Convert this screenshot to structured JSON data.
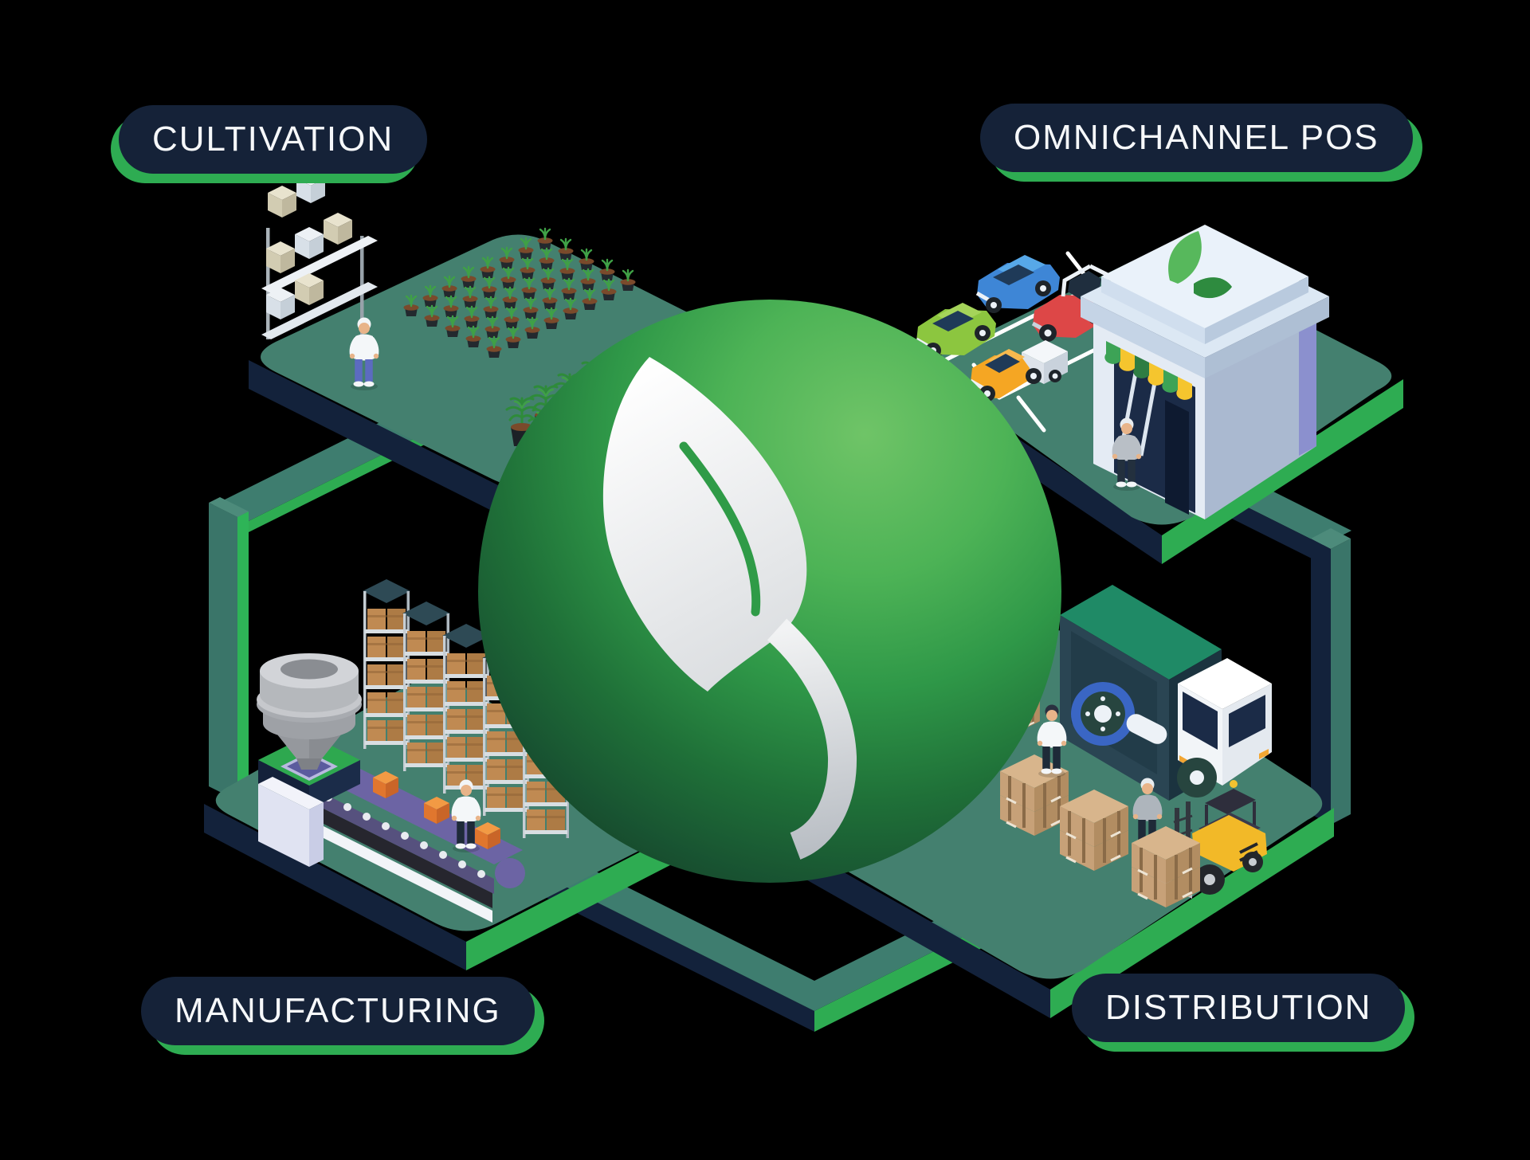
{
  "diagram": {
    "type": "isometric-supply-chain-cycle",
    "stages": [
      {
        "id": "cultivation",
        "label": "CULTIVATION",
        "position": "top-left",
        "icon": "grow-platform-icon",
        "scene": [
          "storage-shelf",
          "seedling-grid",
          "potted-plants",
          "farmer-figure"
        ]
      },
      {
        "id": "omnichannel-pos",
        "label": "OMNICHANNEL POS",
        "position": "top-right",
        "icon": "retail-store-icon",
        "scene": [
          "parking-lot",
          "cars",
          "store-building",
          "store-leaf-logo",
          "shopper-figure"
        ]
      },
      {
        "id": "manufacturing",
        "label": "MANUFACTURING",
        "position": "bottom-left",
        "icon": "factory-platform-icon",
        "scene": [
          "hopper-machine",
          "conveyor-belt",
          "warehouse-racks",
          "factory-worker"
        ]
      },
      {
        "id": "distribution",
        "label": "DISTRIBUTION",
        "position": "bottom-right",
        "icon": "logistics-platform-icon",
        "scene": [
          "delivery-truck",
          "cargo-boxes",
          "forklift",
          "warehouse-workers"
        ]
      }
    ],
    "center_icon": "leaf-sphere-icon",
    "connectors": [
      "connector-ring",
      "left-pillar",
      "right-pillar"
    ]
  },
  "colors": {
    "background": "#000000",
    "label_pill_bg": "#152238",
    "label_pill_text": "#F6F8FA",
    "accent_green": "#2EAC52",
    "platform_teal": "#44806F",
    "platform_shadow_navy": "#13223B",
    "sphere_green_light": "#6FC467",
    "sphere_green_dark": "#154427",
    "leaf_white": "#FFFFFF",
    "leaf_vein_green": "#2F9B47"
  }
}
